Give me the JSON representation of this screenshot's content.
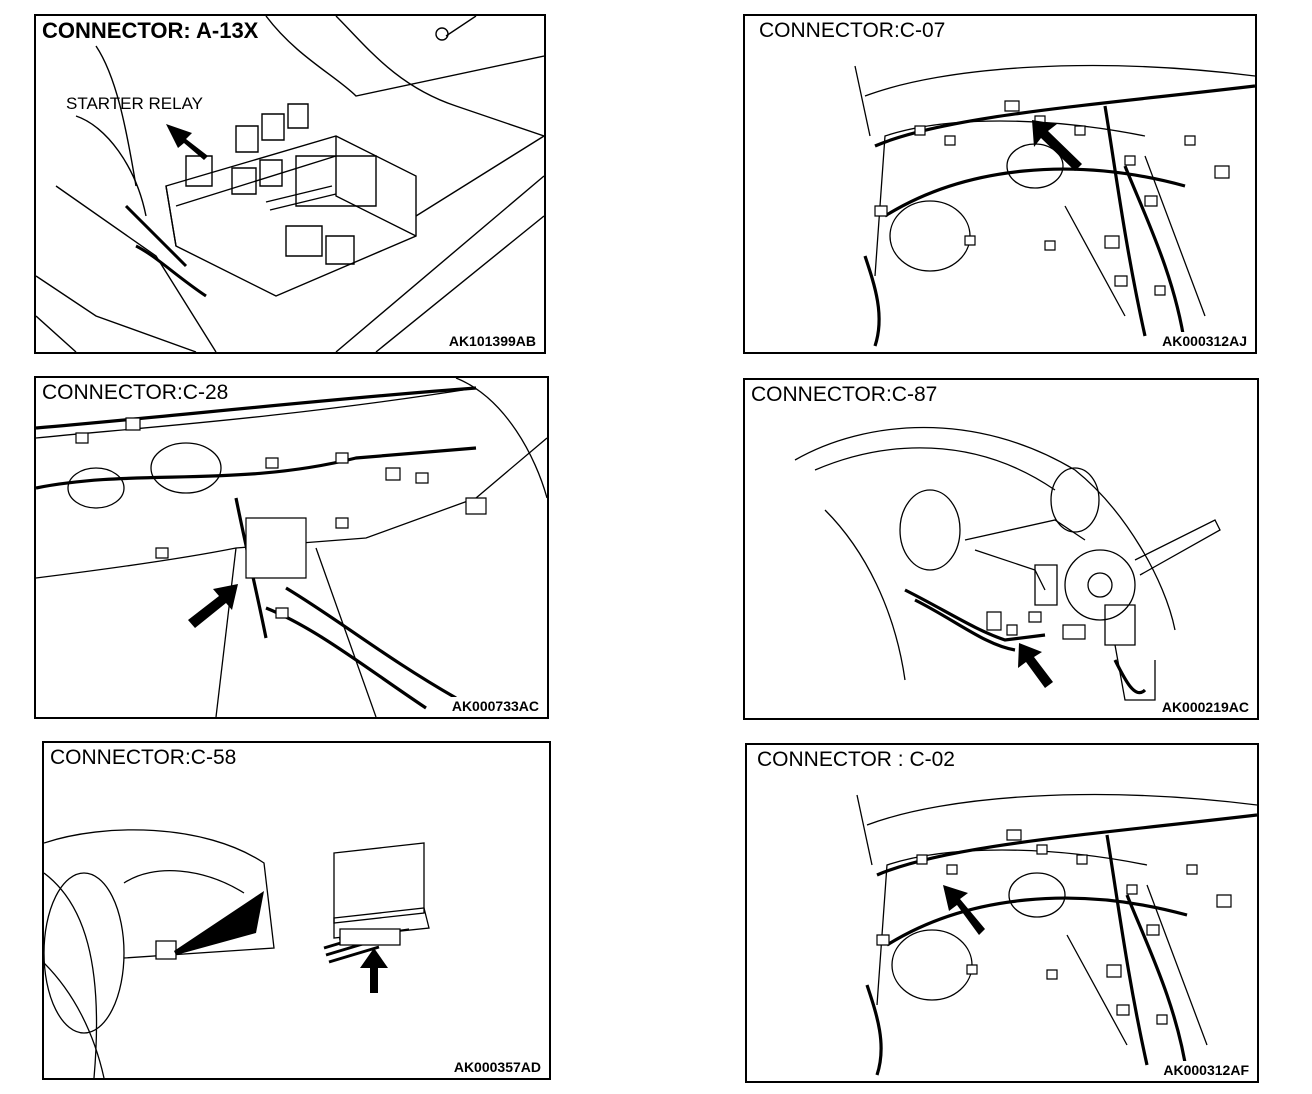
{
  "panels": {
    "a13x": {
      "title": "CONNECTOR: A-13X",
      "callout": "STARTER RELAY",
      "code": "AK101399AB"
    },
    "c07": {
      "title": "CONNECTOR:C-07",
      "code": "AK000312AJ"
    },
    "c28": {
      "title": "CONNECTOR:C-28",
      "code": "AK000733AC"
    },
    "c87": {
      "title": "CONNECTOR:C-87",
      "code": "AK000219AC"
    },
    "c58": {
      "title": "CONNECTOR:C-58",
      "code": "AK000357AD"
    },
    "c02": {
      "title": "CONNECTOR : C-02",
      "code": "AK000312AF"
    }
  },
  "icons": {
    "arrow": "pointer-arrow-icon"
  }
}
